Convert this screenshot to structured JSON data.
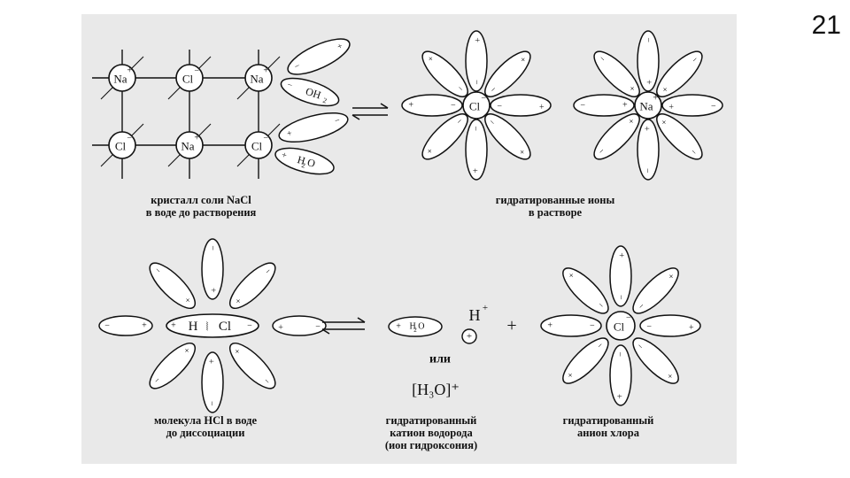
{
  "slide_number": "21",
  "ion_labels": {
    "na": "Na",
    "cl": "Cl",
    "plus": "+",
    "minus": "−"
  },
  "molecules": {
    "oh2": "OH",
    "h2o": "H O",
    "h2o_sub": "2",
    "h_plus": "H"
  },
  "hcl": {
    "h": "H",
    "cl": "Cl"
  },
  "symbols": {
    "plus": "+",
    "ili": "или",
    "hydronium": "[H₃O]⁺"
  },
  "captions": {
    "crystal": [
      "кристалл соли NaCl",
      "в воде до растворения"
    ],
    "hydrated_ions": [
      "гидратированные ионы",
      "в растворе"
    ],
    "hcl_molecule": [
      "молекула HCl в воде",
      "до диссоциации"
    ],
    "hydrated_cation": [
      "гидратированный",
      "катион водорода",
      "(ион гидроксония)"
    ],
    "hydrated_anion": [
      "гидратированный",
      "анион хлора"
    ]
  }
}
